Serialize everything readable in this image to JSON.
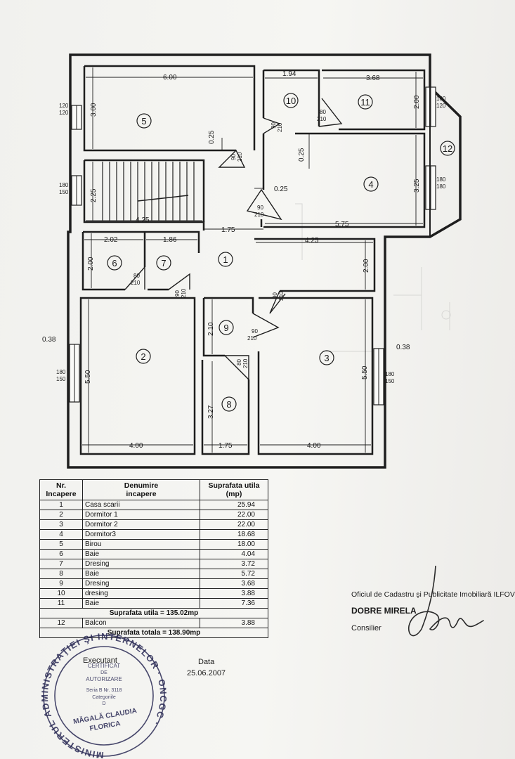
{
  "plan": {
    "room_numbers": [
      "1",
      "2",
      "3",
      "4",
      "5",
      "6",
      "7",
      "8",
      "9",
      "10",
      "11",
      "12"
    ],
    "dims": {
      "d_600": "6.00",
      "d_300": "3.00",
      "d_025_a": "0.25",
      "d_194": "1.94",
      "d_368": "3.68",
      "d_200_r11": "2.00",
      "d_025_b": "0.25",
      "d_325": "3.25",
      "d_025_c": "0.25",
      "d_575": "5.75",
      "d_225": "2.25",
      "d_425_stair": "4.25",
      "d_175_a": "1.75",
      "d_202": "2.02",
      "d_186": "1.86",
      "d_200_r6": "2.00",
      "d_425_b": "4.25",
      "d_200_r1": "2.00",
      "d_210": "2.10",
      "d_327": "3.27",
      "d_550_l": "5.50",
      "d_550_r": "5.50",
      "d_400_l": "4.00",
      "d_175_b": "1.75",
      "d_400_r": "4.00",
      "d_038_l": "0.38",
      "d_038_r": "0.38"
    },
    "windows": {
      "w5_a": "120",
      "w5_b": "120",
      "ws_a": "180",
      "ws_b": "150",
      "w2_a": "180",
      "w2_b": "150",
      "w3_a": "180",
      "w3_b": "150",
      "w11_a": "180",
      "w11_b": "120",
      "w4_a": "180",
      "w4_b": "180"
    },
    "doors": {
      "dr5_a": "90",
      "dr5_b": "210",
      "dr10_a": "90",
      "dr10_b": "210",
      "dr11_a": "80",
      "dr11_b": "210",
      "dr4_a": "90",
      "dr4_b": "210",
      "dr6_a": "80",
      "dr6_b": "210",
      "dr2_a": "90",
      "dr2_b": "210",
      "dr3_a": "90",
      "dr3_b": "210",
      "dr9_a": "90",
      "dr9_b": "210",
      "dr8_a": "80",
      "dr8_b": "210"
    }
  },
  "table": {
    "header": {
      "nr_1": "Nr.",
      "nr_2": "Incapere",
      "name_1": "Denumire",
      "name_2": "incapere",
      "area_1": "Suprafata utila",
      "area_2": "(mp)"
    },
    "rows": [
      {
        "nr": "1",
        "name": "Casa scarii",
        "area": "25.94"
      },
      {
        "nr": "2",
        "name": "Dormitor 1",
        "area": "22.00"
      },
      {
        "nr": "3",
        "name": "Dormitor 2",
        "area": "22.00"
      },
      {
        "nr": "4",
        "name": "Dormitor3",
        "area": "18.68"
      },
      {
        "nr": "5",
        "name": "Birou",
        "area": "18.00"
      },
      {
        "nr": "6",
        "name": "Baie",
        "area": "4.04"
      },
      {
        "nr": "7",
        "name": "Dresing",
        "area": "3.72"
      },
      {
        "nr": "8",
        "name": "Baie",
        "area": "5.72"
      },
      {
        "nr": "9",
        "name": "Dresing",
        "area": "3.68"
      },
      {
        "nr": "10",
        "name": "dresing",
        "area": "3.88"
      },
      {
        "nr": "11",
        "name": "Baie",
        "area": "7.36"
      }
    ],
    "useful_total": "Suprafata utila = 135.02mp",
    "balcony": {
      "nr": "12",
      "name": "Balcon",
      "area": "3.88"
    },
    "grand_total": "Suprafata totala = 138.90mp"
  },
  "executant_label": "Executant",
  "date_label": "Data",
  "date_value": "25.06.2007",
  "authority": "Oficiul de Cadastru şi Publicitate Imobiliară ILFOV",
  "person_name": "DOBRE MIRELA",
  "person_role": "Consilier",
  "stamp": {
    "ring_text": "MINISTERUL ADMINISTRAŢIEI ŞI INTERNELOR · ONCGC ·",
    "line_1": "CERTIFICAT",
    "line_2": "DE",
    "line_3": "AUTORIZARE",
    "line_4": "Seria B Nr. 3118",
    "line_5": "Categoriile",
    "line_6": "D",
    "name_1": "MĂGALĂ CLAUDIA",
    "name_2": "FLORICA"
  }
}
